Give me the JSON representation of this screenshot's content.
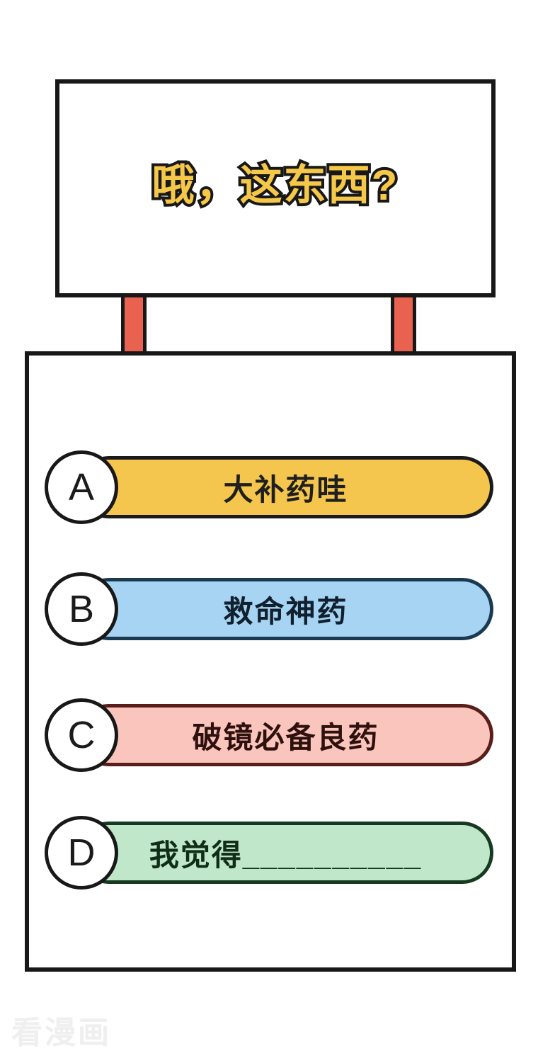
{
  "sign": {
    "title": "哦，这东西?"
  },
  "quiz": {
    "options": [
      {
        "letter": "A",
        "label": "大补药哇",
        "fill": "#F5C64D",
        "border": "#1A1A1A",
        "text_color": "#1F1F1F"
      },
      {
        "letter": "B",
        "label": "救命神药",
        "fill": "#A7D4F2",
        "border": "#1A3A52",
        "text_color": "#10202E"
      },
      {
        "letter": "C",
        "label": "破镜必备良药",
        "fill": "#F9C5BD",
        "border": "#5A1E1A",
        "text_color": "#2E100D"
      },
      {
        "letter": "D",
        "label": "我觉得__________",
        "fill": "#C0E7C9",
        "border": "#163A1F",
        "text_color": "#0F2D17"
      }
    ]
  },
  "watermark": {
    "label": "看漫画"
  },
  "colors": {
    "outline": "#181818",
    "post": "#E9614F",
    "title": "#F5C84A",
    "watermark": "#EFEFEF",
    "background": "#FFFFFF"
  }
}
